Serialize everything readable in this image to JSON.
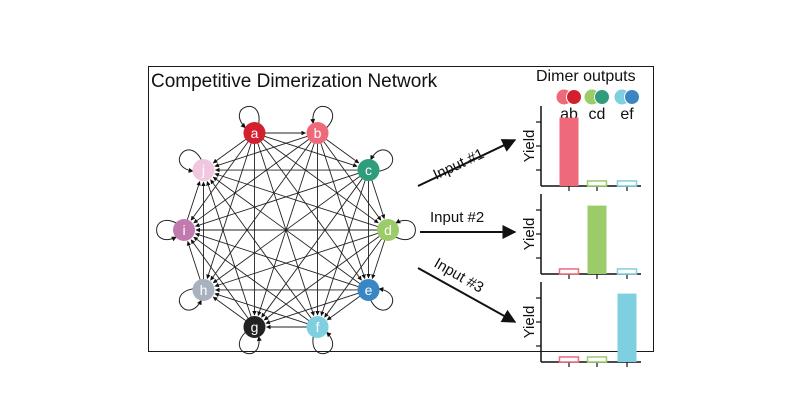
{
  "title": "Competitive Dimerization Network",
  "network": {
    "nodes": [
      {
        "label": "a",
        "color": "#d2202f"
      },
      {
        "label": "b",
        "color": "#ee6a7a"
      },
      {
        "label": "c",
        "color": "#2f9c7c"
      },
      {
        "label": "d",
        "color": "#9ccc6a"
      },
      {
        "label": "e",
        "color": "#3a86c3"
      },
      {
        "label": "f",
        "color": "#7ecfe0"
      },
      {
        "label": "g",
        "color": "#222222"
      },
      {
        "label": "h",
        "color": "#a8b2be"
      },
      {
        "label": "i",
        "color": "#c07ab0"
      },
      {
        "label": "j",
        "color": "#f0c7de"
      }
    ]
  },
  "inputs": [
    "Input #1",
    "Input #2",
    "Input #3"
  ],
  "outputs": {
    "header": "Dimer outputs",
    "pairs": [
      {
        "label": "ab",
        "colors": [
          "#ee6a7a",
          "#d2202f"
        ]
      },
      {
        "label": "cd",
        "colors": [
          "#9ccc6a",
          "#2f9c7c"
        ]
      },
      {
        "label": "ef",
        "colors": [
          "#7ecfe0",
          "#3a86c3"
        ]
      }
    ],
    "ylabel": "Yield",
    "charts": [
      {
        "values": [
          0.95,
          0.07,
          0.07
        ],
        "filled_index": 0
      },
      {
        "values": [
          0.07,
          0.95,
          0.07
        ],
        "filled_index": 1
      },
      {
        "values": [
          0.07,
          0.07,
          0.95
        ],
        "filled_index": 2
      }
    ]
  }
}
